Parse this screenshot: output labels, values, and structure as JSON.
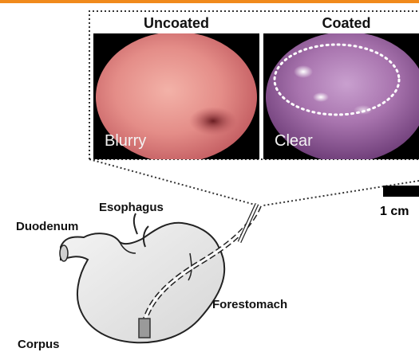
{
  "panels": {
    "left": {
      "title": "Uncoated",
      "label": "Blurry"
    },
    "right": {
      "title": "Coated",
      "label": "Clear"
    }
  },
  "scale": {
    "label": "1 cm"
  },
  "anatomy": {
    "esophagus": "Esophagus",
    "duodenum": "Duodenum",
    "forestomach": "Forestomach",
    "corpus": "Corpus"
  },
  "colors": {
    "accent": "#f08a1c",
    "uncoated_tissue": "#d9787a",
    "coated_tissue": "#b782b8"
  }
}
